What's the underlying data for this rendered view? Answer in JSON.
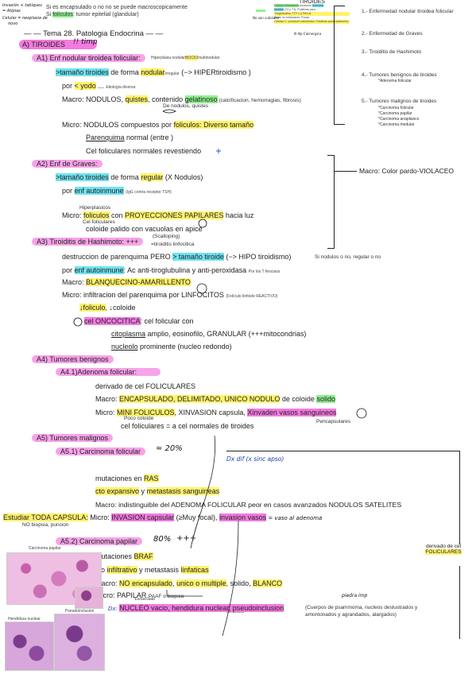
{
  "top": {
    "note_left": "Si es encapsulado o no no se puede macroscopicamente",
    "note_left2": "Si",
    "note_left2_hl": "folículos",
    "note_left2_rest": ": tumor epitelial (glandular)",
    "hand_left1": "Invasión + tabiques",
    "hand_left2": "= Atipias",
    "hand_left3": "Celular = neoplasia de",
    "hand_left4": "novo",
    "mini_title": "TIROIDES",
    "mini_line1a": "Células folicualares",
    "mini_line1b": "producen",
    "mini_line1c": "hormona",
    "mini_line2a": "tiroidea",
    "mini_line2b": "(T4 y T3). Positivas para",
    "mini_line3": "Tiroglobulina, TTF-1 y PAX-8.",
    "mini_line4": "Células C: producen calcitonina. Positivas para calcitonina",
    "mini_line5": "Estan en folliculares. Pocas",
    "mini_hand": "No son cuboides",
    "mini_hand2": "N Alp Colinergica",
    "title": "Tema 28. Patologia Endocrina"
  },
  "right_list": [
    "1.- Enfermedad nodular tiroidea folicular",
    "2.- Enfermedad de Graves",
    "3.- Tiroiditis de Hashimoto",
    "4.- Tumores benignos de tiroides",
    "*Adenoma folicular",
    "5.- Tumores malignos de tiroides",
    "*Carcinoma folicular",
    "*Carcinoma papilar",
    "*Carcinoma anaplásico",
    "*Carcinoma medular"
  ],
  "right_macro": "Macro: Color pardo-VIOLACEO",
  "right_derivado1": "derivado de cel",
  "right_derivado2": "FOLICULARES",
  "section_a": "A) TIROIDES",
  "section_a_hand": "!! timp",
  "a1": {
    "head": "A1) Enf nodular tiroidea folicular:",
    "head_note": "Hiperplasia nodular",
    "head_note2": "BOCIO",
    "head_note3": "multinodular",
    "l1a": ">tamaño tiroides",
    "l1b": " de forma ",
    "l1c": "nodular",
    "l1d": "irregular",
    "l1e": " (−> HIPERtiroidismo )",
    "l2a": "por ",
    "l2b": "< yodo",
    "l2c": " ...",
    "l2d": "Etiología diversa",
    "l3a": "Macro: NODULOS, ",
    "l3b": "quistes",
    "l3c": ", contenido ",
    "l3d": "gelatinoso",
    "l3e": " (calcificacion, hemorragias, fibrosis)",
    "l3f": "De nodulos, quistes",
    "l4a": "Micro: NODULOS compuestos por ",
    "l4b": "foliculos: Diverso tamaño",
    "l5a": "Parenquima",
    "l5b": " normal (entre )",
    "l6": "Cel foliculares normales revestiendo"
  },
  "a2": {
    "head": "A2) Enf de Graves:",
    "l1a": ">tamaño tiroides",
    "l1b": " de forma ",
    "l1c": "regular",
    "l1d": " (X Nodulos)",
    "l2a": "por ",
    "l2b": "enf autoinmune",
    "l2c": "(IgG contra receptor TSH)",
    "n1": "Hiperplasicos",
    "l3a": "Micro: ",
    "l3b": "foliculos",
    "l3c": " con ",
    "l3d": "PROYECCIONES PAPILARES",
    "l3e": " hacia luz",
    "n2": "Cel foliculares",
    "l4": "coloide palido con vacuolas en apice"
  },
  "a3": {
    "head": "A3) Tiroiditis de Hashimoto: +++",
    "n1": "(Scalloping)",
    "n2": "=tiroiditis linfocitica",
    "l1a": "destruccion de parenquima PERO ",
    "l1b": "> tamaño tiroide",
    "l1c": " (−> HIPO tiroidismo)",
    "l1d": "Si nodulos o no, regular o no",
    "l2a": "por ",
    "l2b": "enf autoinmune",
    "l2c": ": Ac anti-tiroglubulina y anti-peroxidasa",
    "l2d": "Por los T feociass",
    "l3a": "Macro: ",
    "l3b": "BLANQUECINO-AMARILLENTO",
    "l4": "Micro: infiltracion del parenquima por LINFOCITOS",
    "l4b": "(Folículo linfoide REACTIVO)",
    "l5a": "↓foliculo",
    "l5b": ", ↓coloide",
    "l6a": "cel ONCOCITICA",
    "l6b": ": cel folicular con",
    "l7a": "citoplasma",
    "l7b": " amplio, eosinofilo, GRANULAR (+++mitocondrias)",
    "l8a": "nucleolo",
    "l8b": " prominente (nucleo redondo)"
  },
  "a4": {
    "head": "A4) Tumores benignos",
    "sub": "A4.1)Adenoma folicular:",
    "l1": "derivado de cel FOLICULARES",
    "l2a": "Macro: ",
    "l2b": "ENCAPSULADO, DELIMITADO, UNICO NODULO",
    "l2c": " de coloide ",
    "l2d": "solido",
    "l3a": "Micro: ",
    "l3b": "MINI FOLICULOS",
    "l3c": ", XINVASION capsula, ",
    "l3d": "Xinvaden vasos sanguineos",
    "n1": "Poco coloide",
    "n2": "Pericapsulares",
    "l4": "cel foliculares = a cel normales de tiroides"
  },
  "a5": {
    "head": "A5) Tumores malignos",
    "sub1": "A5.1) Carcinoma folicular",
    "sub1_hand": "≈ 20%",
    "hand_dx": "Dx dif (x sinc apso)",
    "l1a": "mutaciones en ",
    "l1b": "RAS",
    "l2a": "cto expansivo",
    "l2b": " y ",
    "l2c": "metastasis sanguineas",
    "l3": "Macro: indistinguible del ADENOMA FOLICULAR peor en casos avanzados NODULOS SATELITES",
    "l4a": "Estudiar TODA CAPSULA:",
    "l4b": " Micro: ",
    "l4c": "INVASION capsular",
    "l4d": " (≥Muy focal), ",
    "l4e": "invasion vasos",
    "l4f": " = vaso al adenoma",
    "l5": "NO biopsia, puncion",
    "sub2": "A5.2) Carcinoma papilar",
    "sub2_hand": "80%",
    "sub2_hand2": "+++",
    "l6a": "mutaciones ",
    "l6b": "BRAF",
    "l7a": "cto ",
    "l7b": "infiltrativo",
    "l7c": " y metastasis ",
    "l7d": "linfaticas",
    "l8a": "Macro: ",
    "l8b": "NO encapsulado",
    "l8c": ", ",
    "l8d": "unico o multiple",
    "l8e": ", solido, ",
    "l8f": "BLANCO",
    "l9a": "Micro: PAPILAR",
    "l9b": "PAAF o biopsia",
    "n_e": "Esmerilado",
    "n_ls": "Iteracions",
    "l10a": "Dx: ",
    "l10b": "NUCLEO vacio, hendidura nuclear, pseudoinclusion",
    "l10c": "(Cuerpos de psammoma, nucleos deslustrados y",
    "l10d": "amontonados y agrandados, alargados)",
    "hand_pieda": "piedra imp"
  },
  "images": {
    "cap1": "Carcinoma papilar",
    "cap2": "Pseudoinclusion",
    "cap3": "Hendidura nuclear"
  },
  "colors": {
    "yellow": "#fff36b",
    "cyan": "#6fe3f0",
    "pink": "#f27be0",
    "green": "#8ef08e",
    "handblue": "#1f3fb0"
  }
}
